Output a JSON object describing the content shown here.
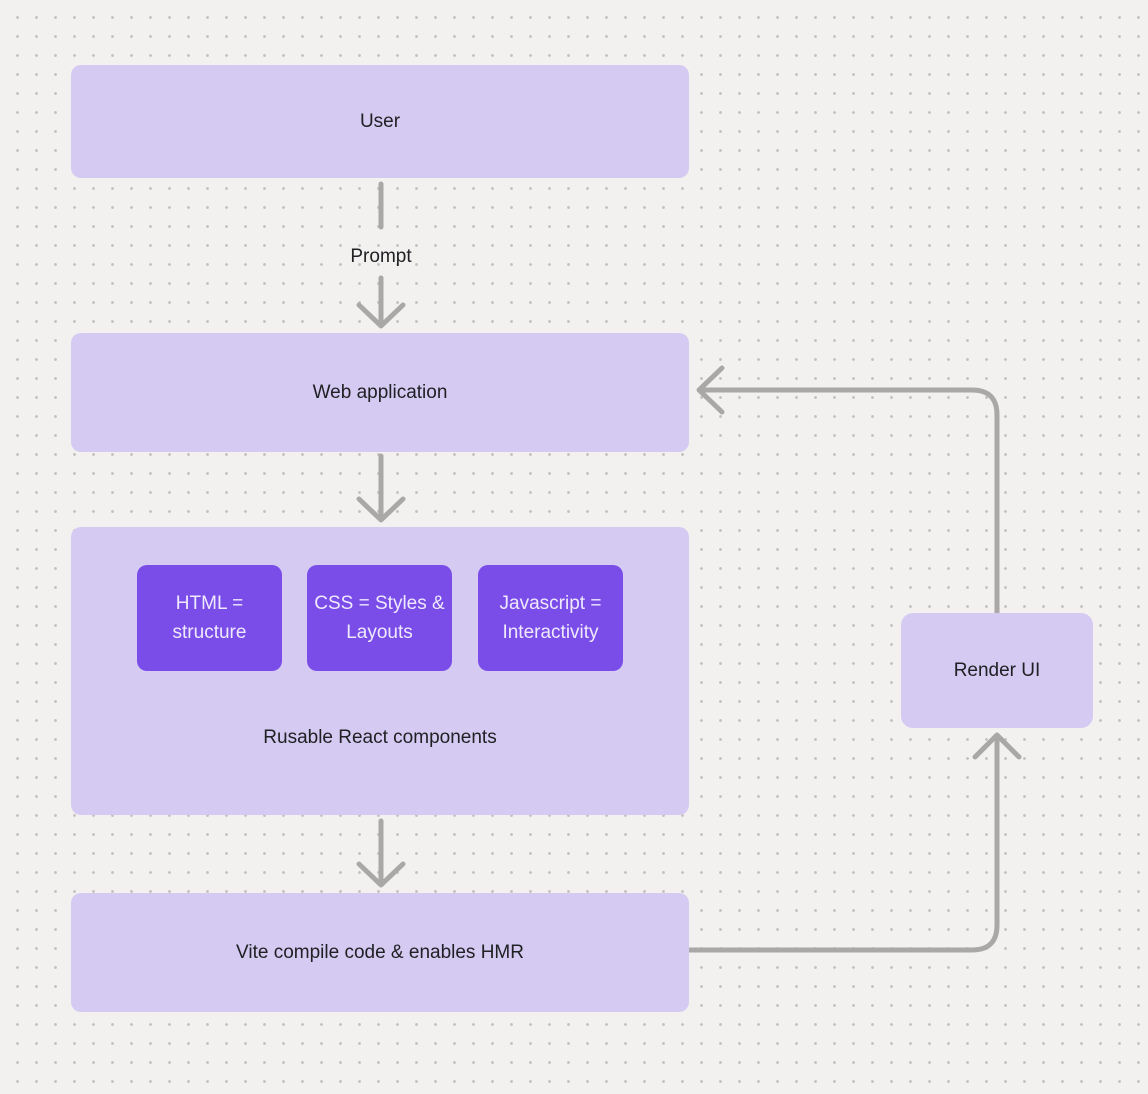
{
  "diagram": {
    "nodes": {
      "user": {
        "label": "User"
      },
      "web_application": {
        "label": "Web application"
      },
      "components_group": {
        "label": "Rusable React components",
        "children": [
          {
            "label": "HTML = structure"
          },
          {
            "label": "CSS = Styles & Layouts"
          },
          {
            "label": "Javascript = Interactivity"
          }
        ]
      },
      "vite": {
        "label": "Vite compile code & enables HMR"
      },
      "render_ui": {
        "label": "Render UI"
      }
    },
    "edges": [
      {
        "from": "user",
        "to": "web_application",
        "label": "Prompt"
      },
      {
        "from": "web_application",
        "to": "components_group",
        "label": ""
      },
      {
        "from": "components_group",
        "to": "vite",
        "label": ""
      },
      {
        "from": "vite",
        "to": "render_ui",
        "label": ""
      },
      {
        "from": "render_ui",
        "to": "web_application",
        "label": ""
      }
    ],
    "colors": {
      "background": "#F2F1EF",
      "dot": "#C6C4C1",
      "node_fill": "#D5CAF2",
      "node_text": "#202124",
      "child_fill": "#7B4DE8",
      "child_text": "#EFE9FD",
      "connector": "#A9A8A6"
    }
  }
}
